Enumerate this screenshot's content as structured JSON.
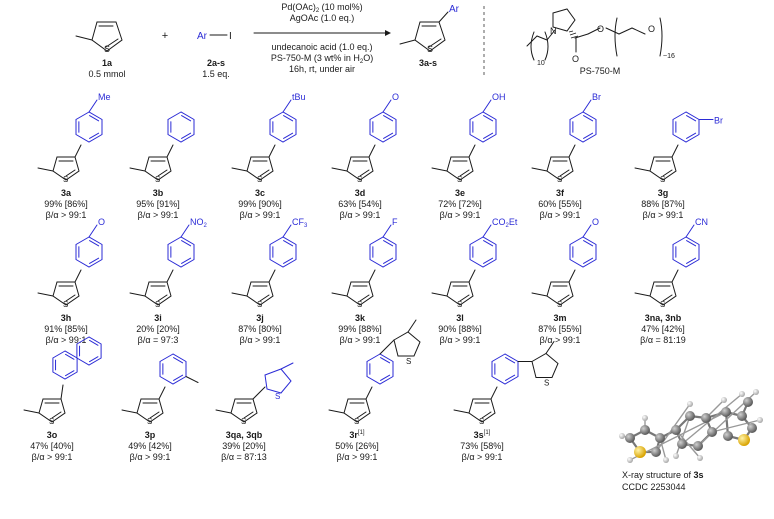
{
  "reaction": {
    "reagent_1": {
      "id": "1a",
      "amount": "0.5 mmol"
    },
    "plus": "+",
    "reagent_2": {
      "formula_ar": "Ar",
      "formula_i": "I",
      "id": "2a-s",
      "amount": "1.5 eq."
    },
    "conditions_above": [
      "Pd(OAc)",
      "AgOAc (1.0 eq.)"
    ],
    "pd_subscript": "2",
    "pd_suffix": " (10 mol%)",
    "conditions_below": [
      "undecanoic acid (1.0 eq.)",
      "PS-750-M (3 wt% in H",
      "O)",
      "16h, rt, under air"
    ],
    "h2o_subscript": "2",
    "product": {
      "id": "3a-s",
      "ar_label": "Ar"
    }
  },
  "surfactant": {
    "label": "PS-750-M",
    "n_label": "N",
    "o_labels": [
      "O",
      "O",
      "O"
    ],
    "repeat_10": "10",
    "repeat_16": "~16"
  },
  "products": [
    {
      "id": "3a",
      "yield": "99% [86%]",
      "sel": "β/α > 99:1",
      "substituent": "Me",
      "pos": "para"
    },
    {
      "id": "3b",
      "yield": "95% [91%]",
      "sel": "β/α > 99:1",
      "substituent": "",
      "pos": "none"
    },
    {
      "id": "3c",
      "yield": "99% [90%]",
      "sel": "β/α > 99:1",
      "substituent": "tBu",
      "pos": "para"
    },
    {
      "id": "3d",
      "yield": "63% [54%]",
      "sel": "β/α > 99:1",
      "substituent": "O",
      "pos": "para"
    },
    {
      "id": "3e",
      "yield": "72% [72%]",
      "sel": "β/α > 99:1",
      "substituent": "OH",
      "pos": "para"
    },
    {
      "id": "3f",
      "yield": "60% [55%]",
      "sel": "β/α > 99:1",
      "substituent": "Br",
      "pos": "para"
    },
    {
      "id": "3g",
      "yield": "88% [87%]",
      "sel": "β/α > 99:1",
      "substituent": "Br",
      "pos": "meta"
    },
    {
      "id": "3h",
      "yield": "91% [85%]",
      "sel": "β/α > 99:1",
      "substituent": "O",
      "pos": "para"
    },
    {
      "id": "3i",
      "yield": "20% [20%]",
      "sel": "β/α = 97:3",
      "substituent": "NO",
      "pos": "para"
    },
    {
      "id": "3j",
      "yield": "87% [80%]",
      "sel": "β/α > 99:1",
      "substituent": "CF",
      "pos": "para"
    },
    {
      "id": "3k",
      "yield": "99% [88%]",
      "sel": "β/α > 99:1",
      "substituent": "F",
      "pos": "para"
    },
    {
      "id": "3l",
      "yield": "90% [88%]",
      "sel": "β/α > 99:1",
      "substituent": "CO",
      "pos": "para"
    },
    {
      "id": "3m",
      "yield": "87% [55%]",
      "sel": "β/α > 99:1",
      "substituent": "O",
      "pos": "para"
    },
    {
      "id": "3na, 3nb",
      "yield": "47% [42%]",
      "sel": "β/α = 81:19",
      "substituent": "CN",
      "pos": "para"
    },
    {
      "id": "3o",
      "yield": "47% [40%]",
      "sel": "β/α > 99:1",
      "substituent": "",
      "pos": "naphthyl"
    },
    {
      "id": "3p",
      "yield": "49% [42%]",
      "sel": "β/α > 99:1",
      "substituent": "",
      "pos": "ortho"
    },
    {
      "id": "3qa, 3qb",
      "yield": "39% [20%]",
      "sel": "β/α = 87:13",
      "substituent": "S",
      "pos": "thienyl"
    },
    {
      "id": "3r",
      "note": "[1]",
      "yield": "50% [26%]",
      "sel": "β/α > 99:1",
      "substituent": "S",
      "pos": "bis-para"
    },
    {
      "id": "3s",
      "note": "[1]",
      "yield": "73% [58%]",
      "sel": "β/α > 99:1",
      "substituent": "S",
      "pos": "bis-meta"
    }
  ],
  "subscripts": {
    "no2": "2",
    "cf3": "3",
    "co2et_2": "2",
    "co2et_et": "Et"
  },
  "ring_atom_s": "S",
  "xray": {
    "line1_prefix": "X-ray structure of ",
    "line1_id": "3s",
    "line2": "CCDC  2253044"
  },
  "colors": {
    "aryl": "#2b2bd6",
    "bond": "#1a1a1a",
    "sulfur": "#f2c21a",
    "carbon": "#8a8a8a",
    "hydrogen": "#d8d8d8"
  }
}
